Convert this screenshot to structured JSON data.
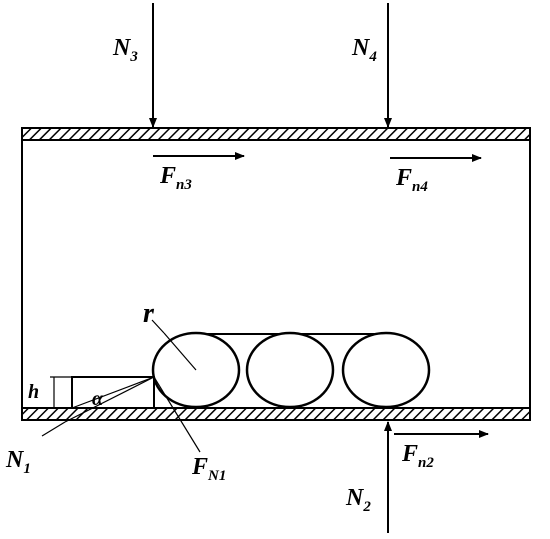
{
  "labels": {
    "N3": {
      "main": "N",
      "sub": "3"
    },
    "N4": {
      "main": "N",
      "sub": "4"
    },
    "Fn3": {
      "main": "F",
      "sub": "n3"
    },
    "Fn4": {
      "main": "F",
      "sub": "n4"
    },
    "r": "r",
    "h": "h",
    "alpha": "α",
    "N1": {
      "main": "N",
      "sub": "1"
    },
    "FN1": {
      "main": "F",
      "sub": "N1"
    },
    "Fn2": {
      "main": "F",
      "sub": "n2"
    },
    "N2": {
      "main": "N",
      "sub": "2"
    }
  },
  "colors": {
    "ink": "#000000",
    "background": "#ffffff"
  }
}
